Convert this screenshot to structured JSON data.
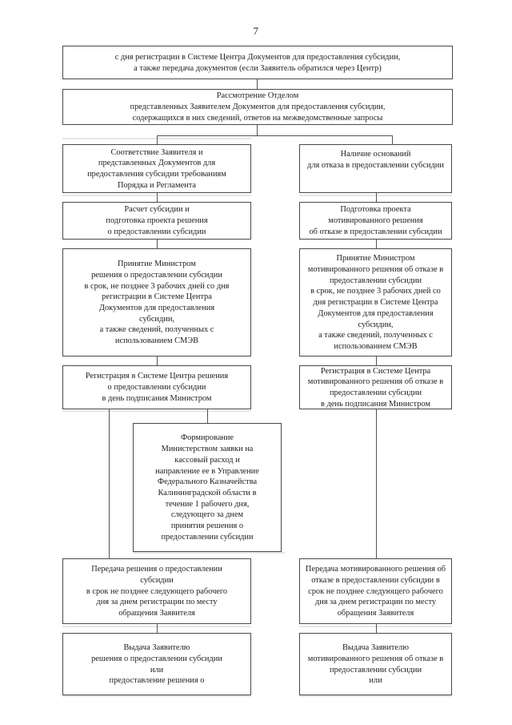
{
  "document": {
    "page_number": "7",
    "type": "flowchart",
    "language": "ru"
  },
  "flow": {
    "top_box": "с дня регистрации в Системе Центра Документов для предоставления субсидии,\nа также передача документов (если Заявитель обратился через Центр)",
    "review_box": "Рассмотрение Отделом\nпредставленных Заявителем Документов для предоставления субсидии,\nсодержащихся в них сведений, ответов на межведомственные запросы",
    "left_branch": [
      {
        "name": "compliance",
        "text": "Соответствие Заявителя и\nпредставленных Документов для\nпредоставления субсидии требованиям\nПорядка и Регламента"
      },
      {
        "name": "calculation",
        "text": "Расчет субсидии и\nподготовка проекта решения\nо предоставлении субсидии"
      },
      {
        "name": "minister-decision",
        "text": "Принятие Министром\nрешения о предоставлении субсидии\nв срок, не позднее 3 рабочих дней со дня\nрегистрации в Системе Центра\nДокументов  для предоставления\nсубсидии,\nа также сведений, полученных с\nиспользованием СМЭВ"
      },
      {
        "name": "registration",
        "text": "Регистрация в Системе Центра решения\nо предоставлении субсидии\nв день подписания Министром"
      },
      {
        "name": "transfer",
        "text": "Передача решения о предоставлении\nсубсидии\nв срок не позднее следующего рабочего\nдня за днем регистрации по месту\nобращения Заявителя"
      },
      {
        "name": "issuance",
        "text": "Выдача Заявителю\nрешения о предоставлении субсидии\nили\nпредоставление  решения о"
      }
    ],
    "right_branch": [
      {
        "name": "refusal-grounds",
        "text": "Наличие оснований\nдля отказа в предоставлении субсидии"
      },
      {
        "name": "refusal-draft",
        "text": "Подготовка проекта\nмотивированного решения\nоб отказе в предоставлении субсидии"
      },
      {
        "name": "minister-refusal",
        "text": "Принятие Министром\nмотивированного решения об отказе в\nпредоставлении субсидии\nв срок, не позднее 3 рабочих дней со\nдня регистрации в Системе Центра\nДокументов для предоставления\nсубсидии,\nа также сведений, полученных с\nиспользованием СМЭВ"
      },
      {
        "name": "refusal-registration",
        "text": "Регистрация  в Системе Центра\nмотивированного решения об отказе в\nпредоставлении субсидии\nв день подписания Министром"
      },
      {
        "name": "refusal-transfer",
        "text": "Передача мотивированного решения об\nотказе в предоставлении субсидии в\nсрок не позднее следующего рабочего\nдня за днем регистрации по месту\nобращения Заявителя"
      },
      {
        "name": "refusal-issuance",
        "text": "Выдача Заявителю\nмотивированного решения об отказе в\nпредоставлении субсидии\nили"
      }
    ],
    "center_box": {
      "name": "cash-expense-request",
      "text": "Формирование\nМинистерством заявки на\nкассовый расход  и\nнаправление ее в Управление\nФедерального Казначейства\nКалининградской области в\nтечение 1 рабочего дня,\nследующего за днем\nпринятия решения о\nпредоставлении субсидии"
    }
  },
  "colors": {
    "border": "#4a4a4a",
    "connector": "#545454",
    "text": "#1f1f1f",
    "background": "#ffffff"
  }
}
